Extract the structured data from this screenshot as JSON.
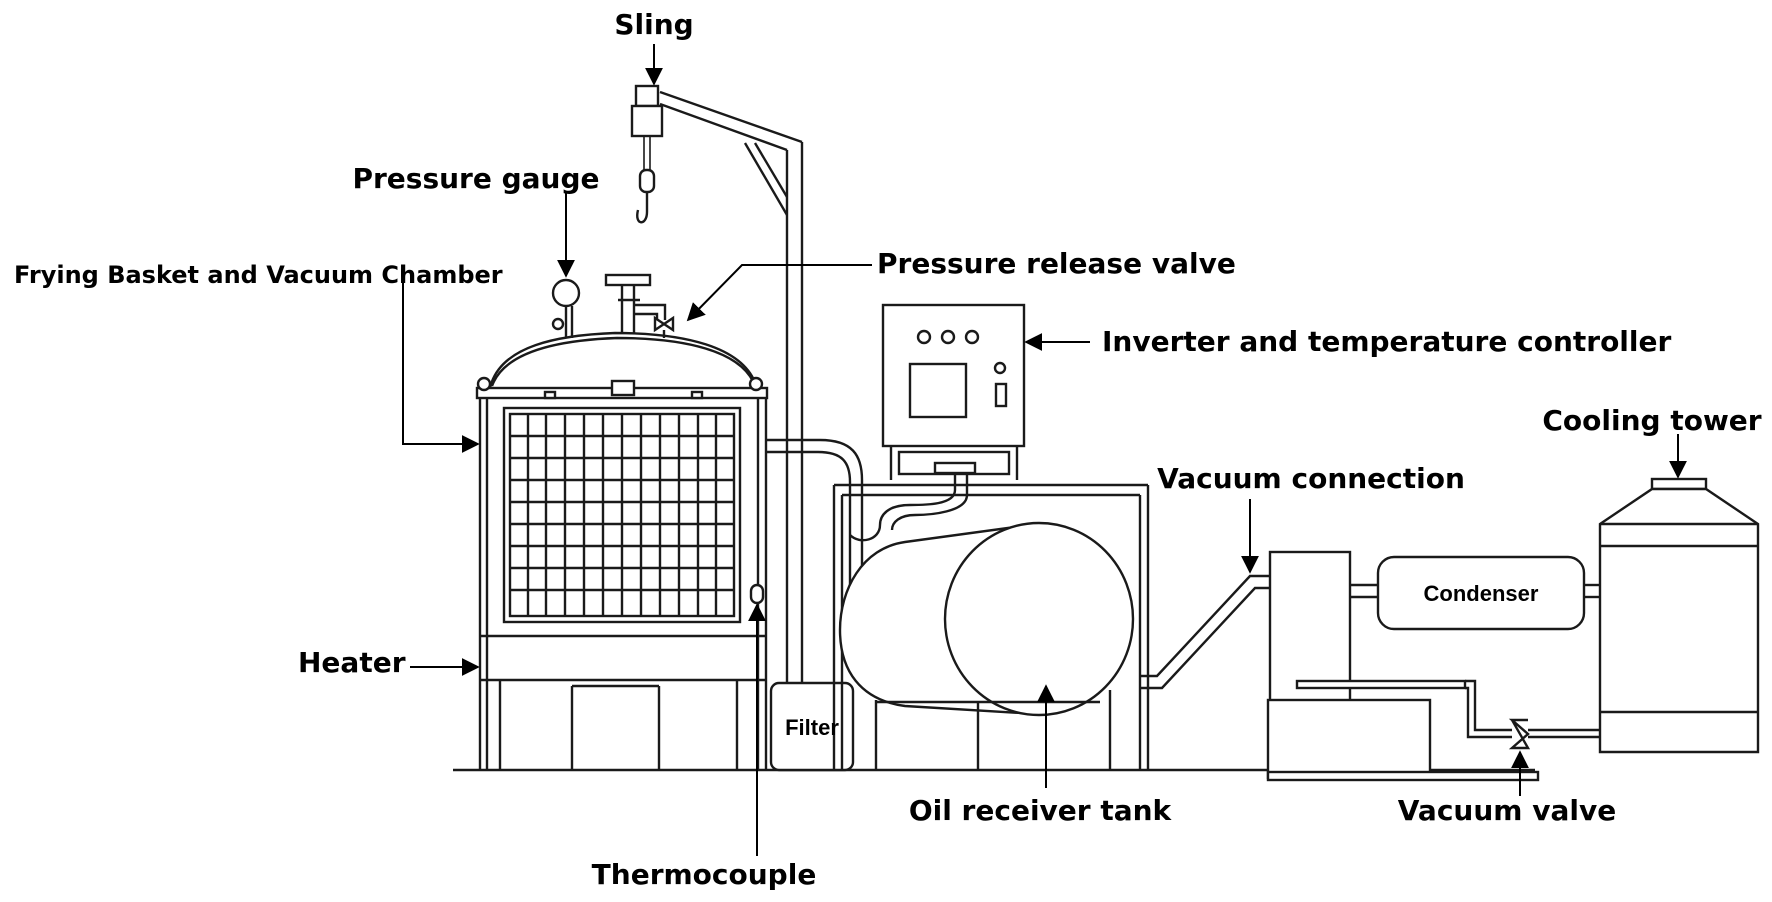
{
  "diagram": {
    "labels": {
      "sling": "Sling",
      "pressure_gauge": "Pressure gauge",
      "frying_basket": "Frying Basket and Vacuum Chamber",
      "pressure_release_valve": "Pressure release valve",
      "inverter": "Inverter and temperature controller",
      "cooling_tower": "Cooling tower",
      "vacuum_connection": "Vacuum connection",
      "heater": "Heater",
      "filter": "Filter",
      "condenser": "Condenser",
      "oil_receiver_tank": "Oil receiver tank",
      "vacuum_valve": "Vacuum valve",
      "thermocouple": "Thermocouple"
    },
    "colors": {
      "line": "#1a1a1a",
      "background": "#ffffff",
      "text": "#000000"
    }
  }
}
